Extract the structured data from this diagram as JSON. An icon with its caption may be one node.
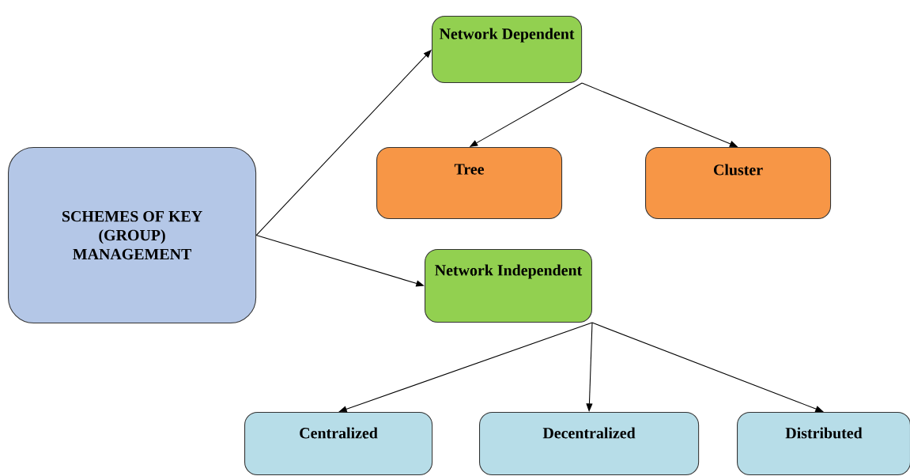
{
  "diagram": {
    "nodes": [
      {
        "text": [
          "SCHEMES OF KEY (GROUP) MANAGEMENT"
        ]
      },
      {
        "text": [
          "Network Dependent"
        ]
      },
      {
        "text": [
          "Tree"
        ]
      },
      {
        "text": [
          "Cluster"
        ]
      },
      {
        "text": [
          "Network Independent"
        ]
      },
      {
        "text": [
          "Centralized"
        ]
      },
      {
        "text": [
          "Decentralized"
        ]
      },
      {
        "text": [
          "Distributed"
        ]
      }
    ],
    "edges": [
      {
        "from": 0,
        "to": 1,
        "arrow": "to"
      },
      {
        "from": 0,
        "to": 4,
        "arrow": "to"
      },
      {
        "from": 1,
        "to": 2,
        "arrow": "to"
      },
      {
        "from": 1,
        "to": 3,
        "arrow": "to"
      },
      {
        "from": 4,
        "to": 5,
        "arrow": "to"
      },
      {
        "from": 4,
        "to": 6,
        "arrow": "to"
      },
      {
        "from": 4,
        "to": 7,
        "arrow": "to"
      }
    ]
  }
}
